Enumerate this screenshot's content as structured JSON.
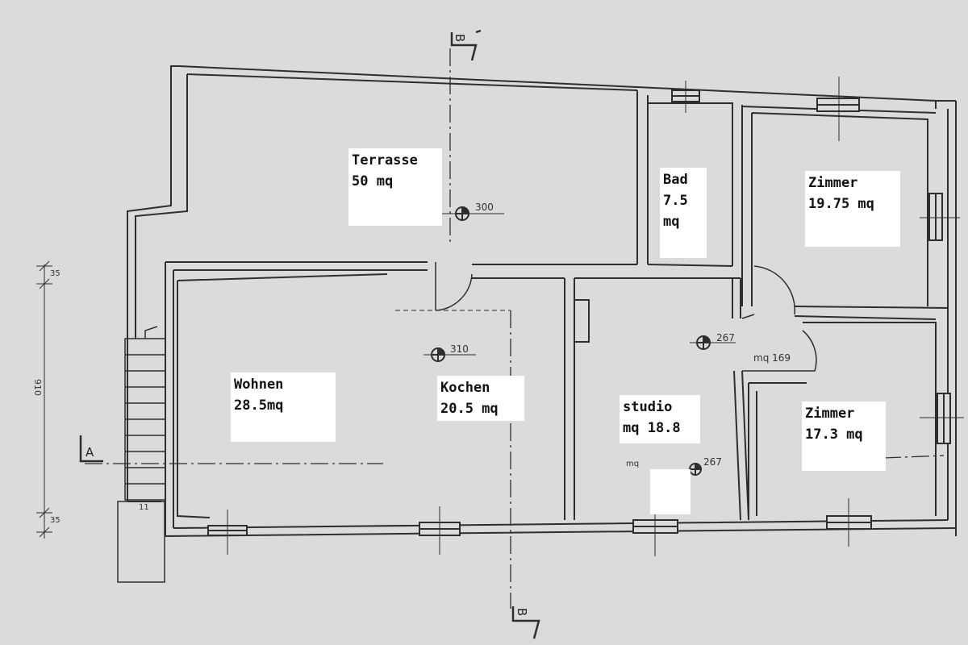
{
  "rooms": {
    "terrasse": {
      "name": "Terrasse",
      "area": "50 mq"
    },
    "bad": {
      "name": "Bad",
      "area_num": "7.5",
      "area_unit": "mq"
    },
    "zimmer1": {
      "name": "Zimmer",
      "area": "19.75 mq"
    },
    "wohnen": {
      "name": "Wohnen",
      "area": "28.5mq"
    },
    "kochen": {
      "name": "Kochen",
      "area": "20.5 mq"
    },
    "studio": {
      "name": "studio",
      "area": "mq 18.8"
    },
    "zimmer2": {
      "name": "Zimmer",
      "area": "17.3 mq"
    }
  },
  "annotations": {
    "level_terrasse": "300",
    "level_kochen": "310",
    "level_studio": "267",
    "level_studio_lower": "267",
    "flur_area": "mq 169",
    "studio_unit_small": "mq"
  },
  "section_markers": {
    "b_top": "B",
    "b_bottom": "B",
    "a_left": "A"
  },
  "dimensions": {
    "top": "35",
    "height": "910",
    "bottom": "35",
    "stair_note": "11"
  },
  "colors": {
    "background": "#d9dbdd",
    "line": "#2e2e2e",
    "wall_fill": "#e8e9ea",
    "label_bg": "#ffffff"
  }
}
